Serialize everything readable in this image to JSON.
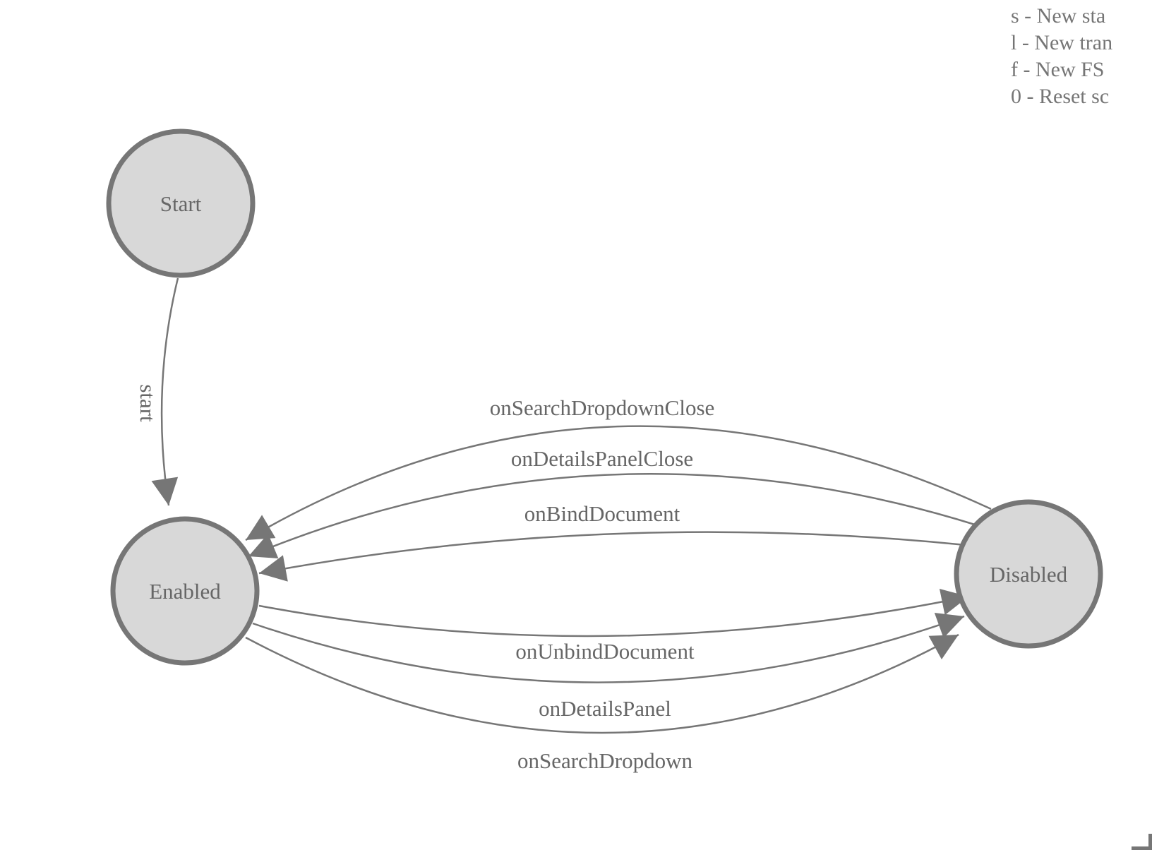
{
  "legend": {
    "lines": [
      "s - New sta",
      "l - New tran",
      "f - New FS",
      "0 - Reset sc"
    ]
  },
  "nodes": {
    "start": {
      "label": "Start"
    },
    "enabled": {
      "label": "Enabled"
    },
    "disabled": {
      "label": "Disabled"
    }
  },
  "edges": {
    "start_transition": {
      "label": "start"
    },
    "disabled_to_enabled": [
      {
        "label": "onSearchDropdownClose"
      },
      {
        "label": "onDetailsPanelClose"
      },
      {
        "label": "onBindDocument"
      }
    ],
    "enabled_to_disabled": [
      {
        "label": "onUnbindDocument"
      },
      {
        "label": "onDetailsPanel"
      },
      {
        "label": "onSearchDropdown"
      }
    ]
  },
  "colors": {
    "node_fill": "#d8d8d8",
    "node_stroke": "#767676",
    "edge_line": "#767676",
    "label_text": "#666666",
    "legend_text": "#757575"
  }
}
